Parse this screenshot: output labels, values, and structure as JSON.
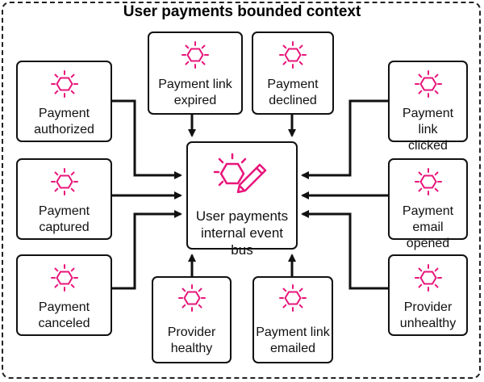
{
  "context": {
    "title": "User payments bounded context"
  },
  "hub": {
    "label": "User payments\ninternal event bus",
    "icon": "event-bus-pencil-icon"
  },
  "events": {
    "payment_authorized": {
      "label": "Payment\nauthorized",
      "icon": "event-hexagon-icon"
    },
    "payment_captured": {
      "label": "Payment\ncaptured",
      "icon": "event-hexagon-icon"
    },
    "payment_canceled": {
      "label": "Payment\ncanceled",
      "icon": "event-hexagon-icon"
    },
    "payment_link_expired": {
      "label": "Payment link\nexpired",
      "icon": "event-hexagon-icon"
    },
    "payment_declined": {
      "label": "Payment\ndeclined",
      "icon": "event-hexagon-icon"
    },
    "payment_link_clicked": {
      "label": "Payment link\nclicked",
      "icon": "event-hexagon-icon"
    },
    "payment_email_opened": {
      "label": "Payment\nemail opened",
      "icon": "event-hexagon-icon"
    },
    "provider_unhealthy": {
      "label": "Provider\nunhealthy",
      "icon": "event-hexagon-icon"
    },
    "provider_healthy": {
      "label": "Provider\nhealthy",
      "icon": "event-hexagon-icon"
    },
    "payment_link_emailed": {
      "label": "Payment link\nemailed",
      "icon": "event-hexagon-icon"
    }
  },
  "colors": {
    "accent": "#e8157a",
    "line": "#111111"
  }
}
